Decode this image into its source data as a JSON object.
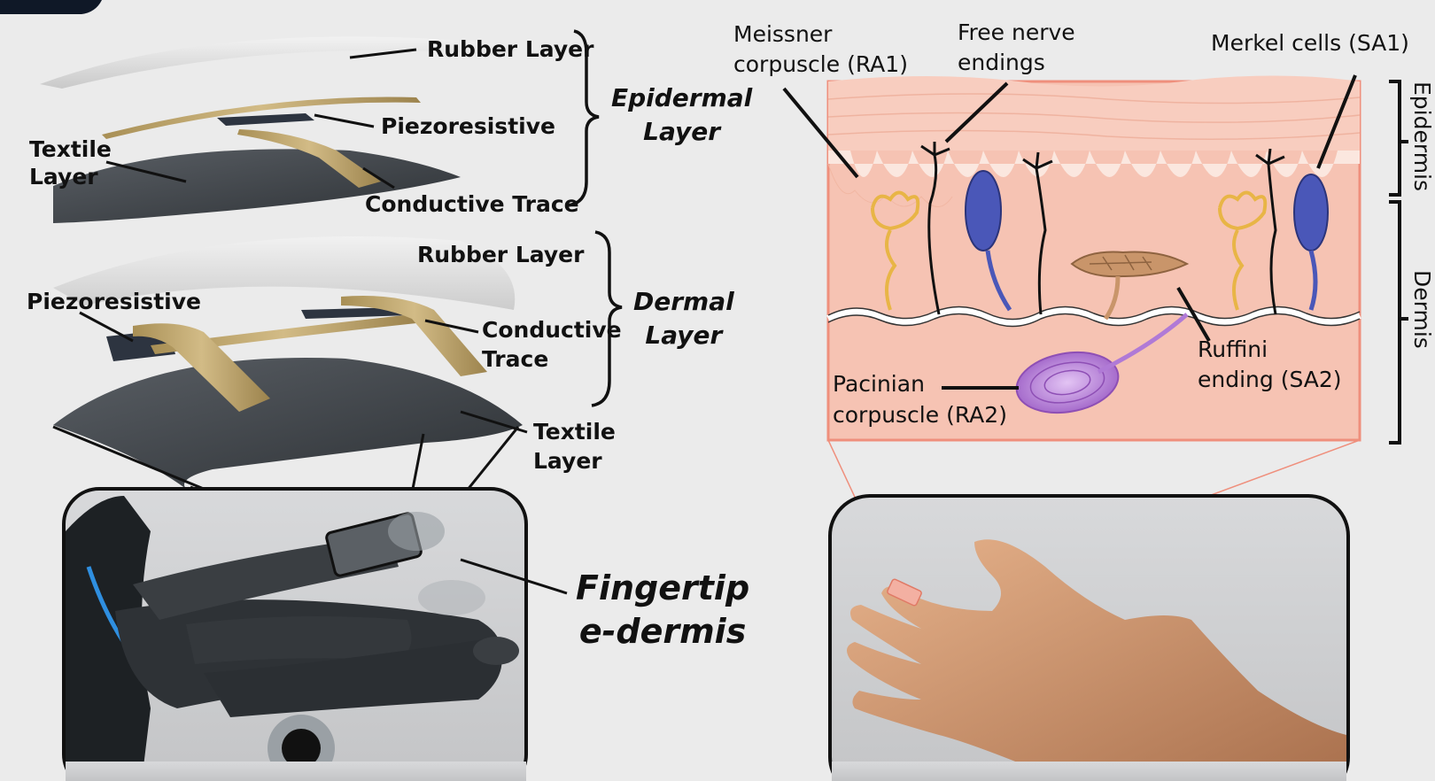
{
  "left_panel": {
    "epidermal_stack": {
      "rubber_layer": "Rubber Layer",
      "piezoresistive": "Piezoresistive",
      "textile_layer": "Textile\nLayer",
      "conductive_trace": "Conductive Trace",
      "group_label": "Epidermal\nLayer"
    },
    "dermal_stack": {
      "rubber_layer": "Rubber Layer",
      "piezoresistive": "Piezoresistive",
      "conductive_trace": "Conductive\nTrace",
      "textile_layer": "Textile\nLayer",
      "group_label": "Dermal\nLayer"
    },
    "fingertip_label": "Fingertip\ne-dermis"
  },
  "right_panel": {
    "receptors": {
      "meissner": "Meissner\ncorpuscle (RA1)",
      "free_nerve": "Free nerve\nendings",
      "merkel": "Merkel cells (SA1)",
      "ruffini": "Ruffini\nending (SA2)",
      "pacinian": "Pacinian\ncorpuscle (RA2)"
    },
    "layers": {
      "epidermis": "Epidermis",
      "dermis": "Dermis"
    }
  },
  "colors": {
    "background": "#ebebeb",
    "skin_panel": "#f6c3b3",
    "skin_border": "#ef8f7c",
    "meissner": "#e8b546",
    "merkel": "#4a57b8",
    "ruffini": "#c9956a",
    "pacinian": "#b07ad6",
    "conductive_trace": "#b8a068",
    "textile": "#3b3f44"
  }
}
